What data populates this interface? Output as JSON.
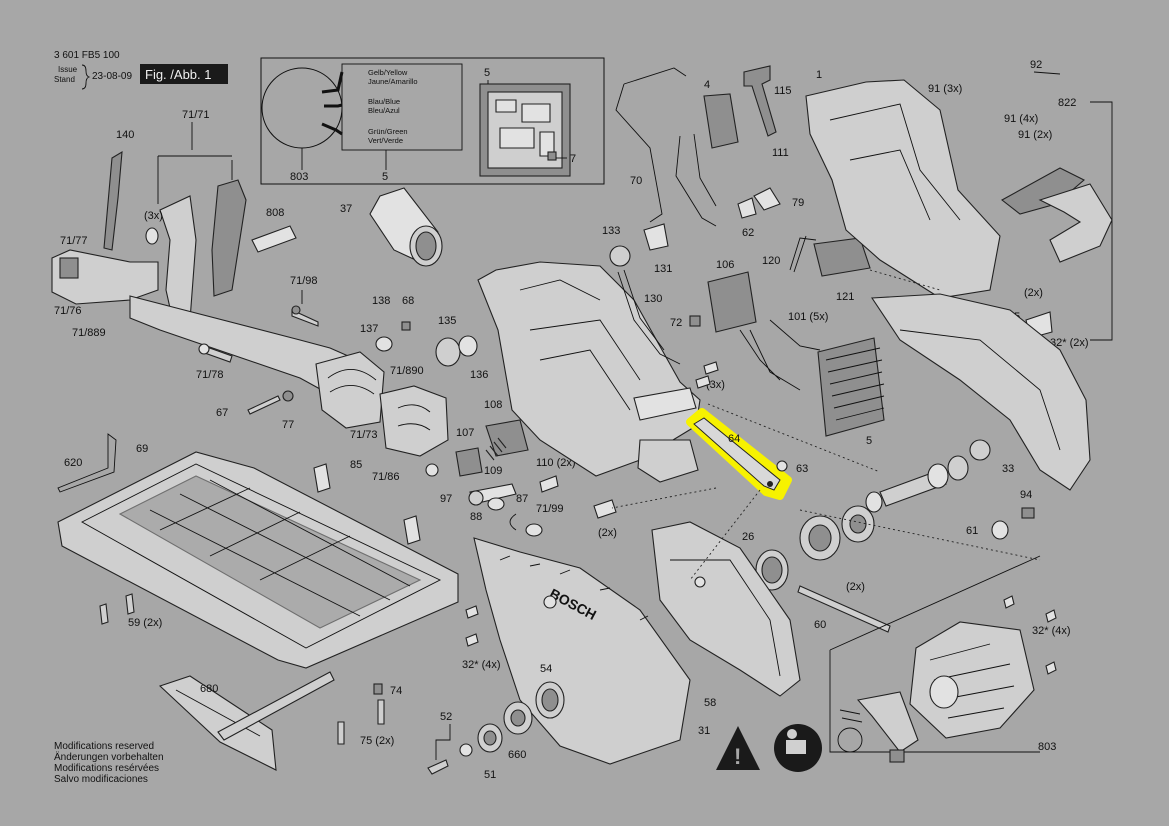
{
  "header": {
    "model_number": "3 601 FB5 100",
    "issue_label": "Issue",
    "stand_label": "Stand",
    "date": "23-08-09",
    "figure_label": "Fig. /Abb. 1"
  },
  "wiring_legend": {
    "wire1_line1": "Gelb/Yellow",
    "wire1_line2": "Jaune/Amarillo",
    "wire2_line1": "Blau/Blue",
    "wire2_line2": "Bleu/Azul",
    "wire3_line1": "Grün/Green",
    "wire3_line2": "Vert/Verde",
    "label_left": "803",
    "label_right": "5"
  },
  "part_labels": {
    "p140": "140",
    "p71_71": "71/71",
    "p3x_a": "(3x)",
    "p71_77": "71/77",
    "p71_76": "71/76",
    "p71_889": "71/889",
    "p808": "808",
    "p71_98": "71/98",
    "p71_78": "71/78",
    "p67": "67",
    "p77": "77",
    "p71_73": "71/73",
    "p71_890": "71/890",
    "p71_86": "71/86",
    "p620": "620",
    "p69": "69",
    "p85": "85",
    "p59_2x": "59 (2x)",
    "p680": "680",
    "p74": "74",
    "p75_2x": "75 (2x)",
    "p37": "37",
    "p138": "138",
    "p68": "68",
    "p137": "137",
    "p135": "135",
    "p136": "136",
    "p108": "108",
    "p107": "107",
    "p109": "109",
    "p97": "97",
    "p87": "87",
    "p88": "88",
    "p71_99": "71/99",
    "p110_2x": "110 (2x)",
    "p2x_a": "(2x)",
    "p32_4x_a": "32* (4x)",
    "p52": "52",
    "p51": "51",
    "p660": "660",
    "p54": "54",
    "p31": "31",
    "p58": "58",
    "p5_top": "5",
    "p7": "7",
    "p4": "4",
    "p115": "115",
    "p111": "111",
    "p70": "70",
    "p79": "79",
    "p62": "62",
    "p133": "133",
    "p131": "131",
    "p130": "130",
    "p106": "106",
    "p72": "72",
    "p101_5x": "101 (5x)",
    "p120": "120",
    "p121": "121",
    "p3x_b": "(3x)",
    "p64": "64",
    "p63": "63",
    "p5_mid": "5",
    "p1": "1",
    "p91_3x": "91 (3x)",
    "p92": "92",
    "p822": "822",
    "p91_4x": "91 (4x)",
    "p91_2x": "91 (2x)",
    "p2x_b": "(2x)",
    "p45": "45",
    "p32_2x": "32* (2x)",
    "p33": "33",
    "p94": "94",
    "p61": "61",
    "p26": "26",
    "p2x_c": "(2x)",
    "p60": "60",
    "p32_4x_b": "32* (4x)",
    "p803": "803"
  },
  "brand_text": "BOSCH",
  "footer": {
    "line1": "Modifications reserved",
    "line2": "Änderungen vorbehalten",
    "line3": "Modifications resérvées",
    "line4": "Salvo modificaciones"
  },
  "highlight_color": "#f7f200",
  "background_color": "#a7a7a7"
}
